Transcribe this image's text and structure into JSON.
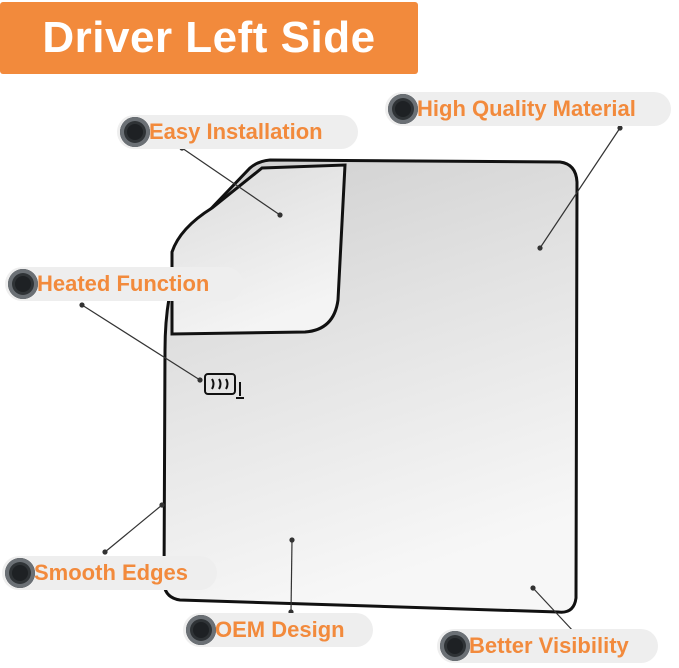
{
  "banner": {
    "title": "Driver Left Side"
  },
  "features": {
    "easy_installation": "Easy Installation",
    "high_quality_material": "High Quality Material",
    "heated_function": "Heated Function",
    "smooth_edges": "Smooth Edges",
    "oem_design": "OEM Design",
    "better_visibility": "Better Visibility"
  },
  "colors": {
    "accent": "#f28a3c",
    "pill_background": "#eeeeee",
    "bullet": "#2f3336",
    "mirror_frame": "#111111"
  },
  "icons": {
    "heater": "heated-mirror-icon"
  }
}
